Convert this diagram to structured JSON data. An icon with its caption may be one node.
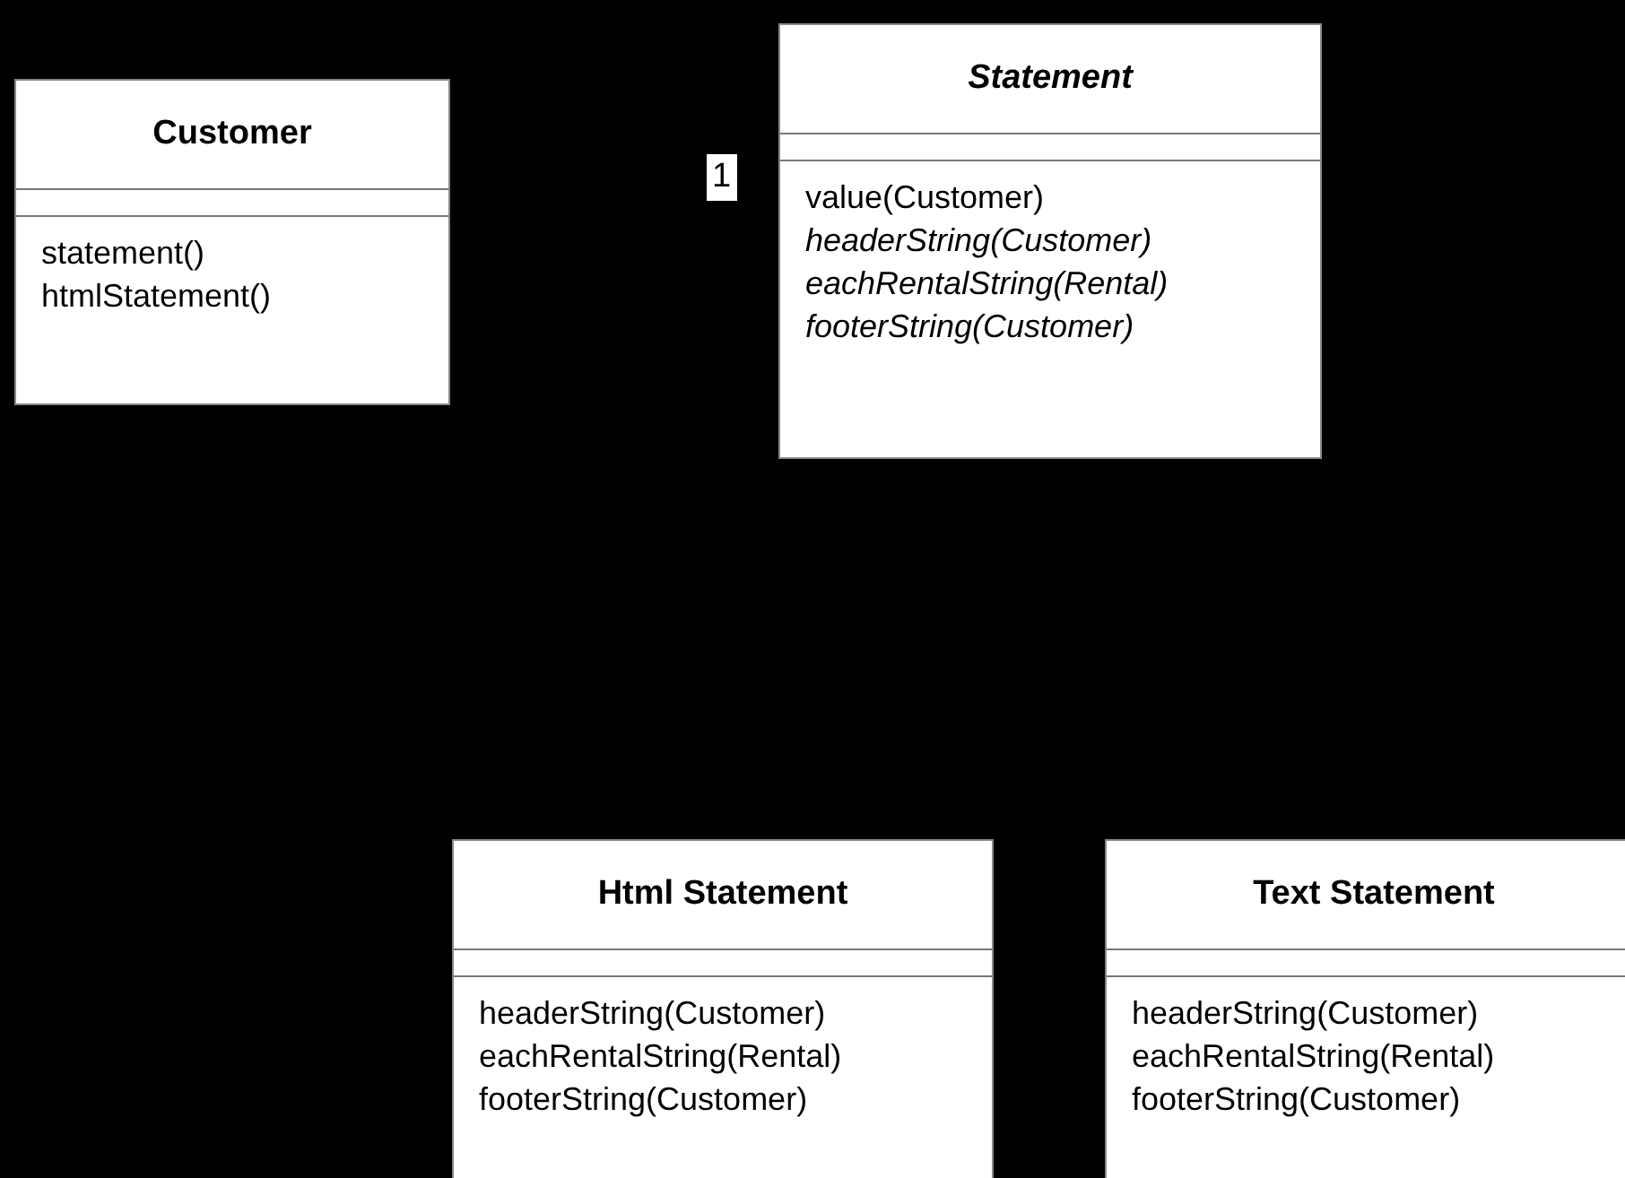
{
  "diagram": {
    "nodes": [
      {
        "text": [
          "Customer",
          "statement()",
          "htmlStatement()"
        ]
      },
      {
        "text": [
          "Statement",
          "value(Customer)",
          "headerString(Customer)",
          "eachRentalString(Rental)",
          "footerString(Customer)"
        ]
      },
      {
        "text": [
          "Html Statement",
          "headerString(Customer)",
          "eachRentalString(Rental)",
          "footerString(Customer)"
        ]
      },
      {
        "text": [
          "Text Statement",
          "headerString(Customer)",
          "eachRentalString(Rental)",
          "footerString(Customer)"
        ]
      }
    ],
    "labels": [
      "1"
    ]
  }
}
